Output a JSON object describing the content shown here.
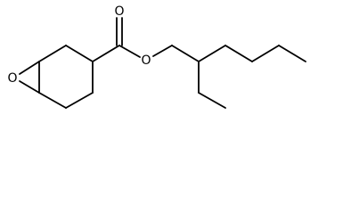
{
  "atoms": {
    "epoxide_oxygen": "O",
    "carbonyl_oxygen": "O",
    "ester_oxygen": "O"
  }
}
